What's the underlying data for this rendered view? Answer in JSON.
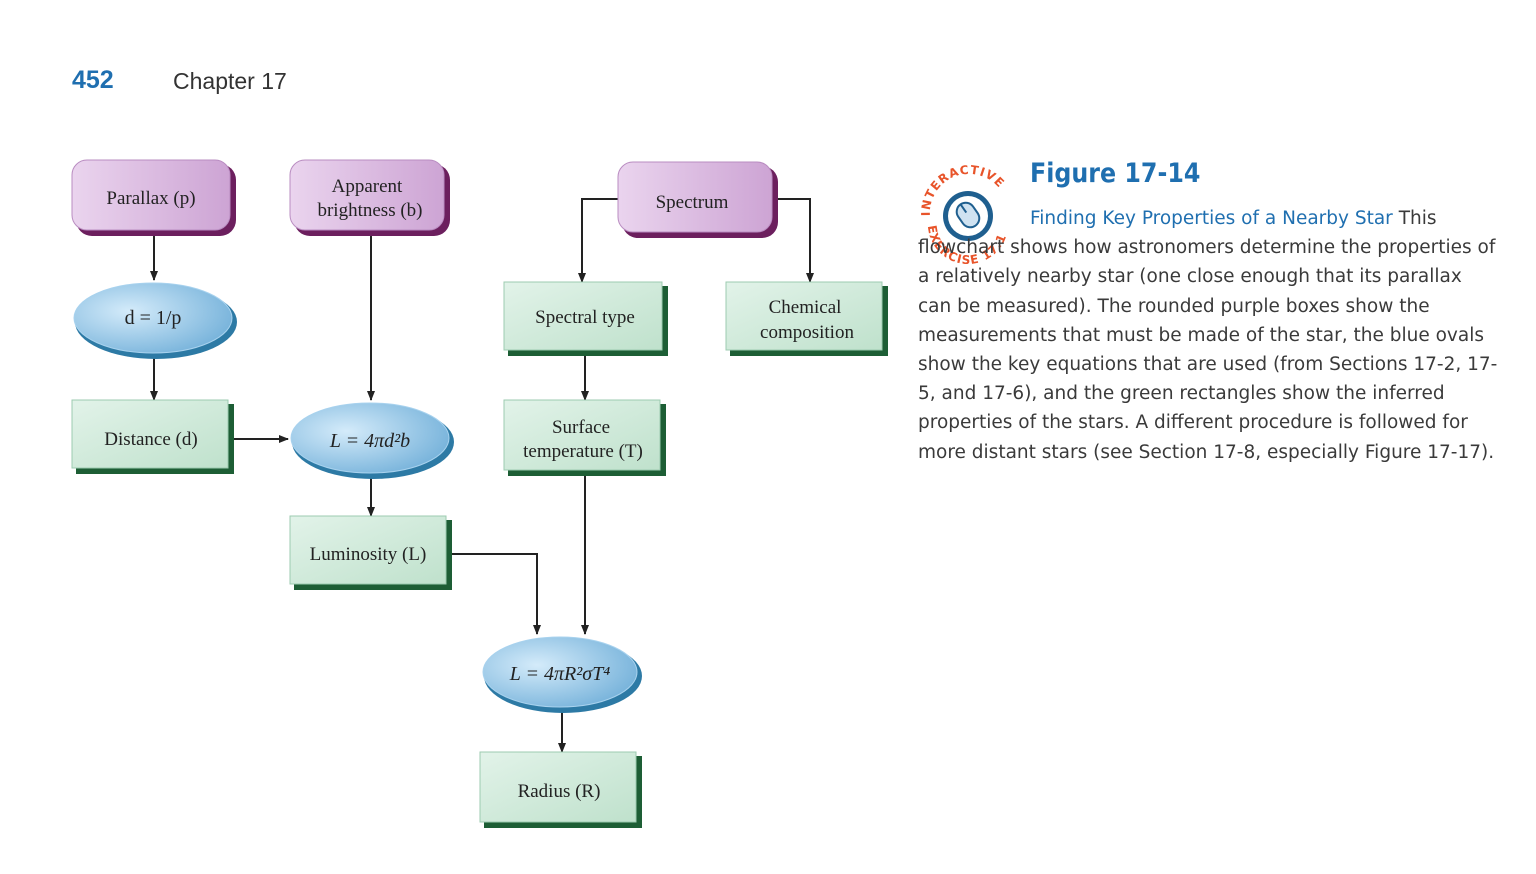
{
  "header": {
    "page_number": "452",
    "chapter": "Chapter 17"
  },
  "nodes": {
    "parallax": "Parallax (p)",
    "apparent_brightness": [
      "Apparent",
      "brightness (b)"
    ],
    "spectrum": "Spectrum",
    "spectral_type": "Spectral type",
    "chemical_composition": [
      "Chemical",
      "composition"
    ],
    "distance": "Distance (d)",
    "surface_temperature": [
      "Surface",
      "temperature (T)"
    ],
    "luminosity": "Luminosity (L)",
    "radius": "Radius (R)"
  },
  "equations": {
    "distance": "d = 1/p",
    "luminosity": "L = 4πd²b",
    "stefan_boltzmann": "L = 4πR²σT⁴"
  },
  "badge": {
    "top": "INTERACTIVE",
    "bottom": "EXERCISE 17.1",
    "icon": "mouse-icon"
  },
  "figure": {
    "title": "Figure 17-14",
    "caption_lead": "Finding Key Properties of a Nearby Star",
    "caption_body": "This flowchart shows how astronomers determine the properties of a relatively nearby star (one close enough that its parallax can be measured). The rounded purple boxes show the measurements that must be made of the star, the blue ovals show the key equations that are used (from Sections 17-2, 17-5, and 17-6), and the green rectangles show the inferred properties of the stars. A different procedure is followed for more distant stars (see Section 17-8, especially Figure 17-17)."
  },
  "colors": {
    "purple_box": "#d8b2dd",
    "purple_border": "#6c1f5e",
    "green_box": "#cde9d8",
    "green_border": "#1d5e35",
    "blue_oval": "#8cc2e6",
    "blue_border": "#2d7aa5",
    "accent_blue": "#1f6fb0",
    "badge_orange": "#e8542a"
  }
}
